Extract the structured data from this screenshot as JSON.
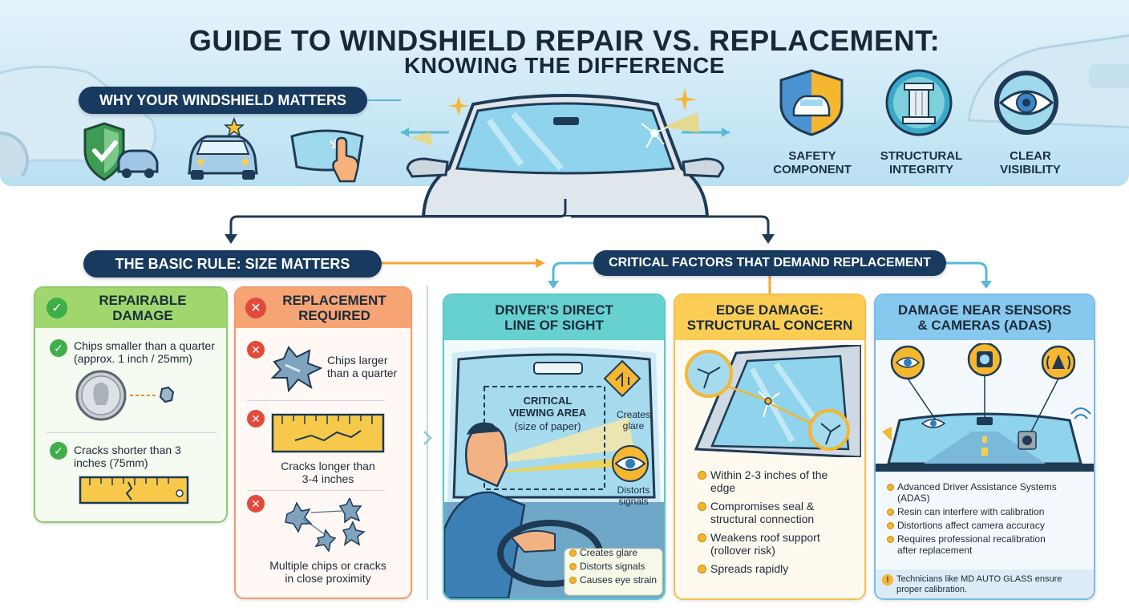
{
  "header": {
    "title": "GUIDE TO WINDSHIELD REPAIR VS. REPLACEMENT:",
    "subtitle": "KNOWING THE DIFFERENCE"
  },
  "why_section": {
    "label": "WHY YOUR WINDSHIELD MATTERS",
    "icons": [
      "shield-car-icon",
      "car-star-icon",
      "windshield-touch-icon"
    ]
  },
  "benefits": [
    {
      "label": "SAFETY\nCOMPONENT",
      "icon": "shield-car-icon"
    },
    {
      "label": "STRUCTURAL\nINTEGRITY",
      "icon": "pillar-icon"
    },
    {
      "label": "CLEAR\nVISIBILITY",
      "icon": "eye-icon"
    }
  ],
  "basic_rule": {
    "label": "THE BASIC RULE: SIZE MATTERS",
    "repairable": {
      "title": "REPAIRABLE\nDAMAGE",
      "items": [
        {
          "text": "Chips smaller than a quarter\n(approx. 1 inch / 25mm)"
        },
        {
          "text": "Cracks shorter than 3\ninches (75mm)"
        }
      ]
    },
    "replacement": {
      "title": "REPLACEMENT\nREQUIRED",
      "items": [
        {
          "text": "Chips larger\nthan a quarter"
        },
        {
          "text": "Cracks longer than\n3-4 inches"
        },
        {
          "text": "Multiple chips or cracks\nin close proximity"
        }
      ]
    }
  },
  "critical": {
    "label": "CRITICAL FACTORS THAT DEMAND REPLACEMENT",
    "driver": {
      "title": "DRIVER'S DIRECT\nLINE OF SIGHT",
      "zone_title": "CRITICAL\nVIEWING AREA",
      "zone_note": "(size of paper)",
      "glare_label": "Creates\nglare",
      "distort_label": "Distorts\nsignals",
      "bullets": [
        "Creates glare",
        "Distorts signals",
        "Causes eye strain"
      ]
    },
    "edge": {
      "title": "EDGE DAMAGE:\nSTRUCTURAL CONCERN",
      "bullets": [
        "Within 2-3 inches of the\nedge",
        "Compromises seal &\nstructural connection",
        "Weakens roof support\n(rollover risk)",
        "Spreads rapidly"
      ]
    },
    "adas": {
      "title": "DAMAGE NEAR SENSORS\n& CAMERAS (ADAS)",
      "bullets": [
        "Advanced Driver Assistance Systems\n(ADAS)",
        "Resin can interfere with calibration",
        "Distortions affect camera accuracy",
        "Requires professional recalibration\nafter replacement"
      ],
      "note": "Technicians like MD AUTO GLASS ensure\nproper calibration."
    }
  },
  "colors": {
    "navy": "#173a5e",
    "green": "#9fd76e",
    "orange": "#f7a475",
    "teal": "#67d1d0",
    "yellow": "#fbcd55",
    "blue": "#87c8ee"
  }
}
